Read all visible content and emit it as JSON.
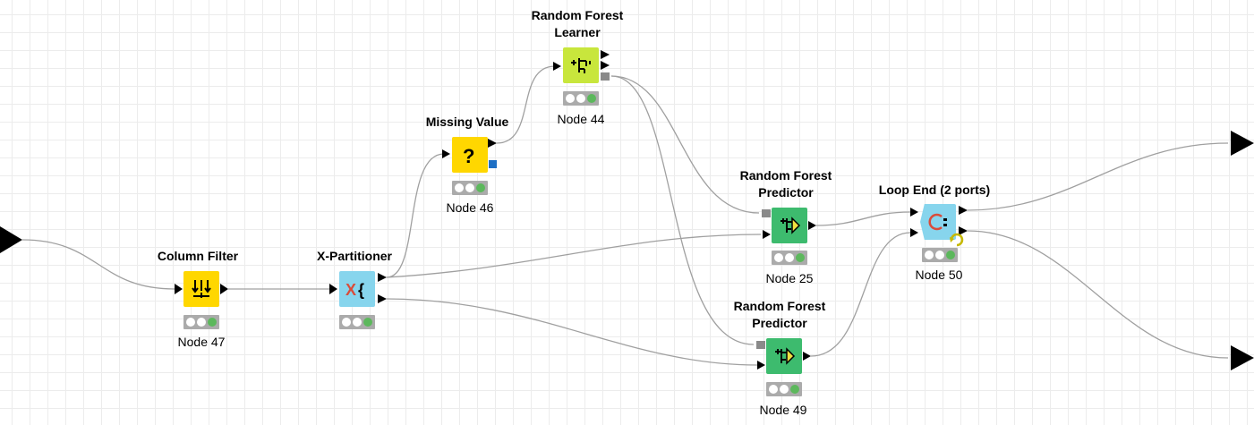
{
  "nodes": {
    "column_filter": {
      "title": "Column Filter",
      "label": "Node 47",
      "color": "#ffd700"
    },
    "x_partitioner": {
      "title": "X-Partitioner",
      "label": "",
      "color": "#87d5ed"
    },
    "missing_value": {
      "title": "Missing Value",
      "label": "Node 46",
      "color": "#ffd700"
    },
    "rf_learner": {
      "title_line1": "Random Forest",
      "title_line2": "Learner",
      "label": "Node 44",
      "color": "#c8e63c"
    },
    "rf_predictor_25": {
      "title_line1": "Random Forest",
      "title_line2": "Predictor",
      "label": "Node 25",
      "color": "#3dbb6e"
    },
    "rf_predictor_49": {
      "title_line1": "Random Forest",
      "title_line2": "Predictor",
      "label": "Node 49",
      "color": "#3dbb6e"
    },
    "loop_end": {
      "title": "Loop End (2 ports)",
      "label": "Node 50",
      "color": "#87d5ed"
    }
  },
  "status": {
    "executed_color": "#5cb85c",
    "idle_color": "#ffffff",
    "panel_color": "#ababab"
  }
}
